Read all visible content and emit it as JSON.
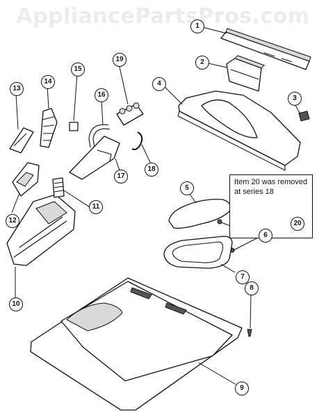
{
  "watermark": "AppliancePartsPros.com",
  "callouts": [
    "1",
    "2",
    "3",
    "4",
    "5",
    "6",
    "7",
    "8",
    "9",
    "10",
    "11",
    "12",
    "13",
    "14",
    "15",
    "16",
    "17",
    "18",
    "19",
    "20"
  ],
  "note": {
    "text": "Item 20 was removed at series 18"
  }
}
